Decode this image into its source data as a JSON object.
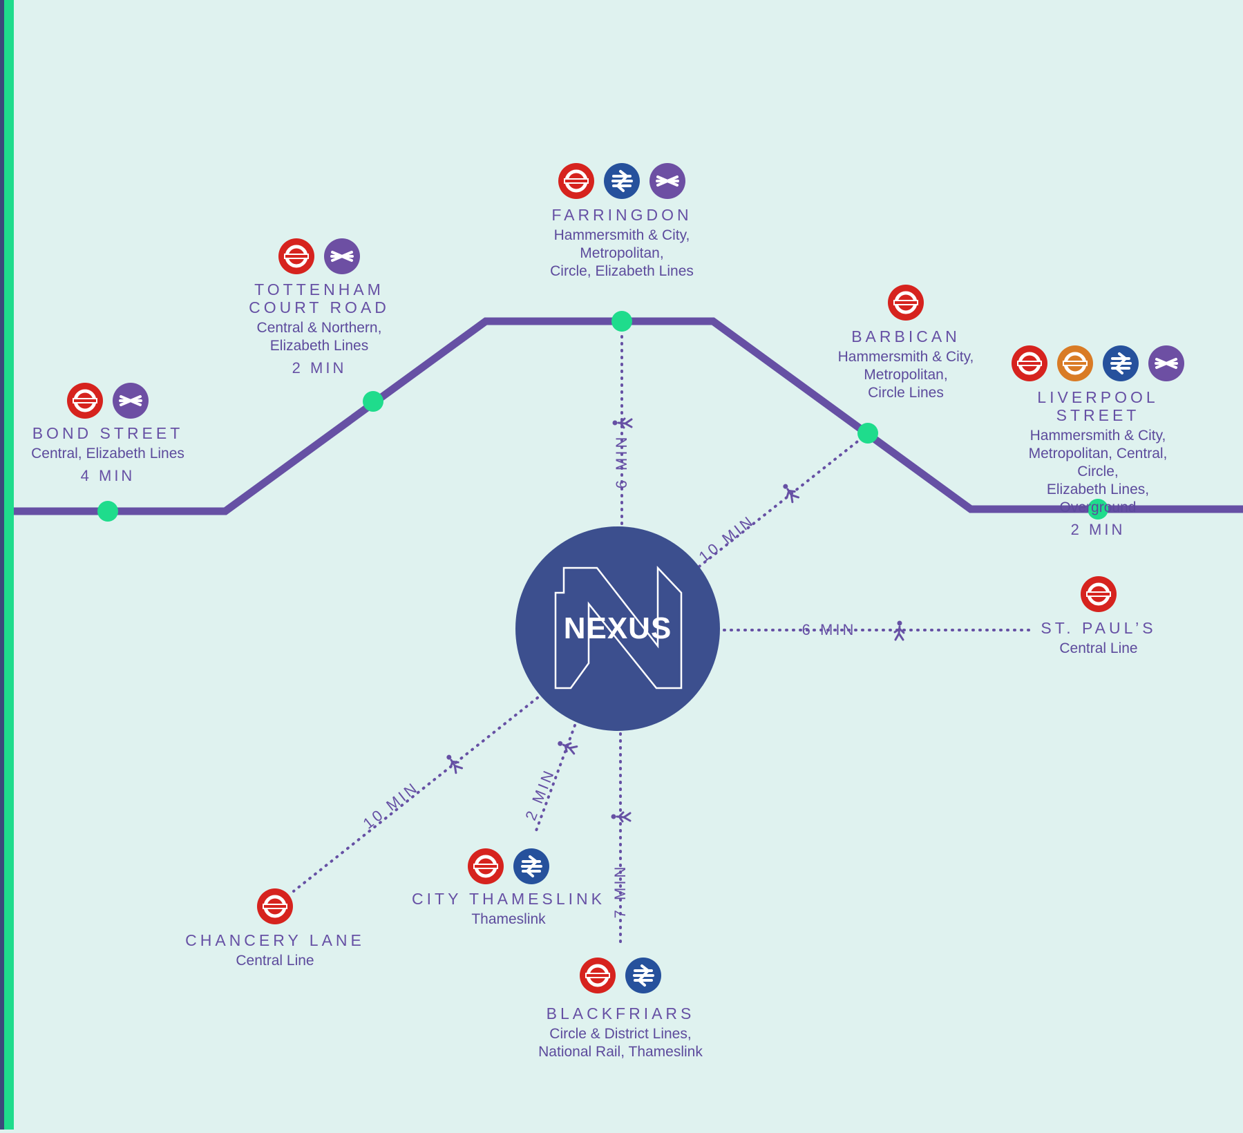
{
  "colors": {
    "background": "#dff2ef",
    "line": "#6650a4",
    "station_dot": "#1fdc8c",
    "hub": "#3c4f8e",
    "underground": "#d6231e",
    "overground": "#d97b25",
    "national_rail": "#26519c",
    "elizabeth": "#6d4fa3",
    "accent_strip": "#1fdc8c"
  },
  "hub": {
    "name": "NEXUS",
    "icon": "nexus-logo"
  },
  "stations": [
    {
      "id": "bond-street",
      "name": "BOND STREET",
      "lines": "Central, Elizabeth Lines",
      "time": "4 MIN",
      "icons": [
        "underground",
        "elizabeth"
      ],
      "on_line": true
    },
    {
      "id": "tottenham-court-road",
      "name": "TOTTENHAM\nCOURT ROAD",
      "lines": "Central & Northern,\nElizabeth Lines",
      "time": "2 MIN",
      "icons": [
        "underground",
        "elizabeth"
      ],
      "on_line": true
    },
    {
      "id": "farringdon",
      "name": "FARRINGDON",
      "lines": "Hammersmith & City,\nMetropolitan,\nCircle, Elizabeth Lines",
      "time": "",
      "icons": [
        "underground",
        "national_rail",
        "elizabeth"
      ],
      "on_line": true
    },
    {
      "id": "barbican",
      "name": "BARBICAN",
      "lines": "Hammersmith & City,\nMetropolitan,\nCircle Lines",
      "time": "",
      "icons": [
        "underground"
      ],
      "on_line": true
    },
    {
      "id": "liverpool-street",
      "name": "LIVERPOOL STREET",
      "lines": "Hammersmith & City,\nMetropolitan, Central, Circle,\nElizabeth Lines, Overground",
      "time": "2 MIN",
      "icons": [
        "underground",
        "overground",
        "national_rail",
        "elizabeth"
      ],
      "on_line": true
    },
    {
      "id": "st-pauls",
      "name": "ST. PAUL’S",
      "lines": "Central Line",
      "time": "",
      "icons": [
        "underground"
      ],
      "on_line": false
    },
    {
      "id": "chancery-lane",
      "name": "CHANCERY LANE",
      "lines": "Central Line",
      "time": "",
      "icons": [
        "underground"
      ],
      "on_line": false
    },
    {
      "id": "city-thameslink",
      "name": "CITY THAMESLINK",
      "lines": "Thameslink",
      "time": "",
      "icons": [
        "underground",
        "national_rail"
      ],
      "on_line": false
    },
    {
      "id": "blackfriars",
      "name": "BLACKFRIARS",
      "lines": "Circle & District Lines,\nNational Rail, Thameslink",
      "time": "",
      "icons": [
        "underground",
        "national_rail"
      ],
      "on_line": false
    }
  ],
  "walks": [
    {
      "to": "farringdon",
      "label": "6 MIN"
    },
    {
      "to": "barbican",
      "label": "10 MIN"
    },
    {
      "to": "st-pauls",
      "label": "6 MIN"
    },
    {
      "to": "chancery-lane",
      "label": "10 MIN"
    },
    {
      "to": "city-thameslink",
      "label": "2 MIN"
    },
    {
      "to": "blackfriars",
      "label": "7 MIN"
    }
  ]
}
